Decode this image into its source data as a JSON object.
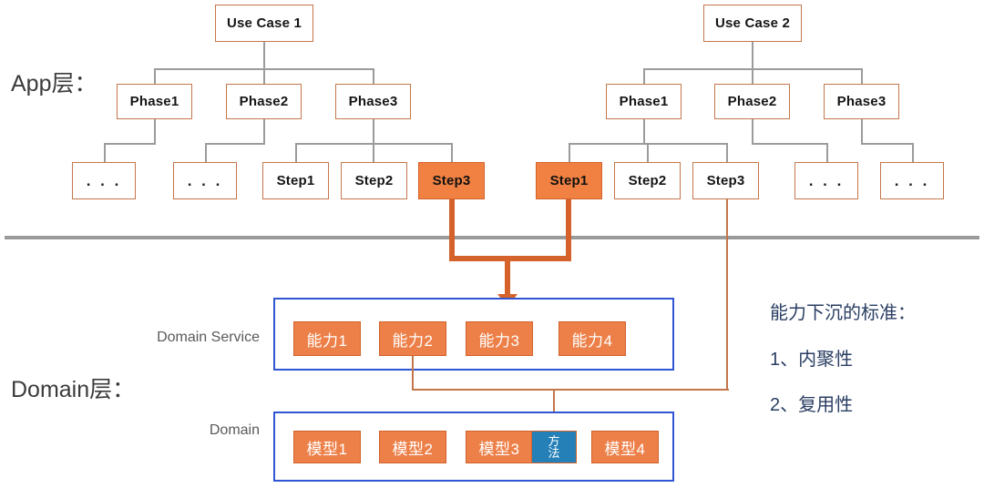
{
  "layers": {
    "app": {
      "caption": "App层："
    },
    "domain": {
      "caption": "Domain层："
    }
  },
  "sublabels": {
    "domain_service": "Domain Service",
    "domain": "Domain"
  },
  "use_case_1": {
    "title": "Use Case 1",
    "phases": [
      "Phase1",
      "Phase2",
      "Phase3"
    ],
    "steps": [
      {
        "label": ". . .",
        "highlighted": false
      },
      {
        "label": ". . .",
        "highlighted": false
      },
      {
        "label": "Step1",
        "highlighted": false
      },
      {
        "label": "Step2",
        "highlighted": false
      },
      {
        "label": "Step3",
        "highlighted": true
      }
    ]
  },
  "use_case_2": {
    "title": "Use Case 2",
    "phases": [
      "Phase1",
      "Phase2",
      "Phase3"
    ],
    "steps": [
      {
        "label": "Step1",
        "highlighted": true
      },
      {
        "label": "Step2",
        "highlighted": false
      },
      {
        "label": "Step3",
        "highlighted": false
      },
      {
        "label": ". . .",
        "highlighted": false
      },
      {
        "label": ". . .",
        "highlighted": false
      }
    ]
  },
  "domain_service_box": {
    "capabilities": [
      "能力1",
      "能力2",
      "能力3",
      "能力4"
    ]
  },
  "domain_box": {
    "models": [
      "模型1",
      "模型2",
      "模型3",
      "模型4"
    ],
    "method": {
      "line1": "方",
      "line2": "法"
    }
  },
  "notes": {
    "heading": "能力下沉的标准：",
    "item1": "1、内聚性",
    "item2": "2、复用性"
  },
  "watermark": "",
  "colors": {
    "orange_fill": "#ED8049",
    "orange_border": "#D1622C",
    "orange_highlight": "#F08142",
    "blue_container": "#2F55D4",
    "blue_method": "#2580B8",
    "note_text": "#2A3E63",
    "divider_gray": "#9A9A9A",
    "tree_line_gray": "#9B9B9B"
  }
}
